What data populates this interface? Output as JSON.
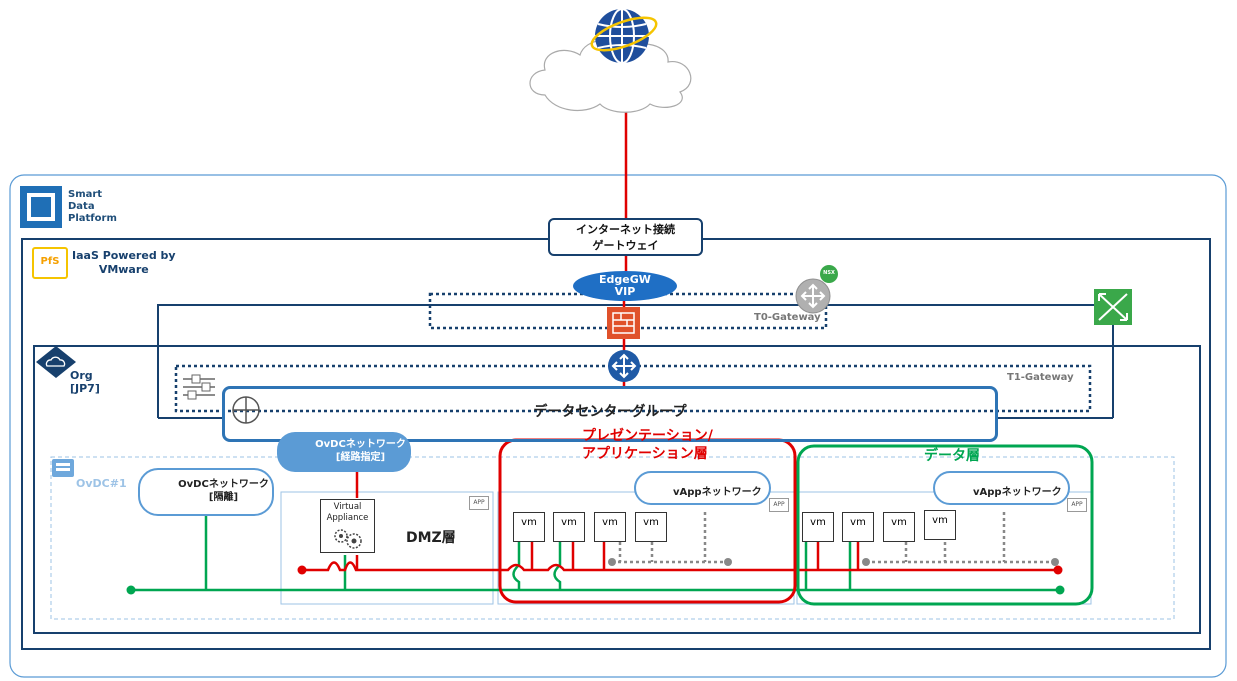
{
  "platform": {
    "name_line1": "Smart",
    "name_line2": "Data",
    "name_line3": "Platform"
  },
  "iaas": {
    "badge": "PfS",
    "line1": "IaaS Powered by",
    "line2": "VMware"
  },
  "internet_gw": {
    "line1": "インターネット接続",
    "line2": "ゲートウェイ"
  },
  "edge_vip": {
    "line1": "EdgeGW",
    "line2": "VIP"
  },
  "t0": {
    "label": "T0-Gateway",
    "nsx_badge": "NSX"
  },
  "t1": {
    "label": "T1-Gateway"
  },
  "org": {
    "line1": "Org",
    "line2": "[JP7]"
  },
  "dc_group": {
    "label": "データセンターグループ"
  },
  "ovdc": {
    "label": "OvDC#1"
  },
  "ovdc_net_routed": {
    "line1": "OvDCネットワーク",
    "line2": "[経路指定]"
  },
  "ovdc_net_isolated": {
    "line1": "OvDCネットワーク",
    "line2": "[隔離]"
  },
  "dmz": {
    "label": "DMZ層",
    "va_line1": "Virtual",
    "va_line2": "Appliance",
    "app_tag": "APP"
  },
  "pres": {
    "line1": "プレゼンテーション/",
    "line2": "アプリケーション層",
    "net_label": "vAppネットワーク",
    "app_tag": "APP",
    "vms": [
      "vm",
      "vm",
      "vm",
      "vm"
    ]
  },
  "data_tier": {
    "label": "データ層",
    "net_label": "vAppネットワーク",
    "app_tag": "APP",
    "vms": [
      "vm",
      "vm",
      "vm",
      "vm"
    ]
  },
  "colors": {
    "navy": "#17406d",
    "red": "#e00000",
    "green": "#00a651",
    "blue": "#5b9bd5",
    "gray": "#888888"
  }
}
